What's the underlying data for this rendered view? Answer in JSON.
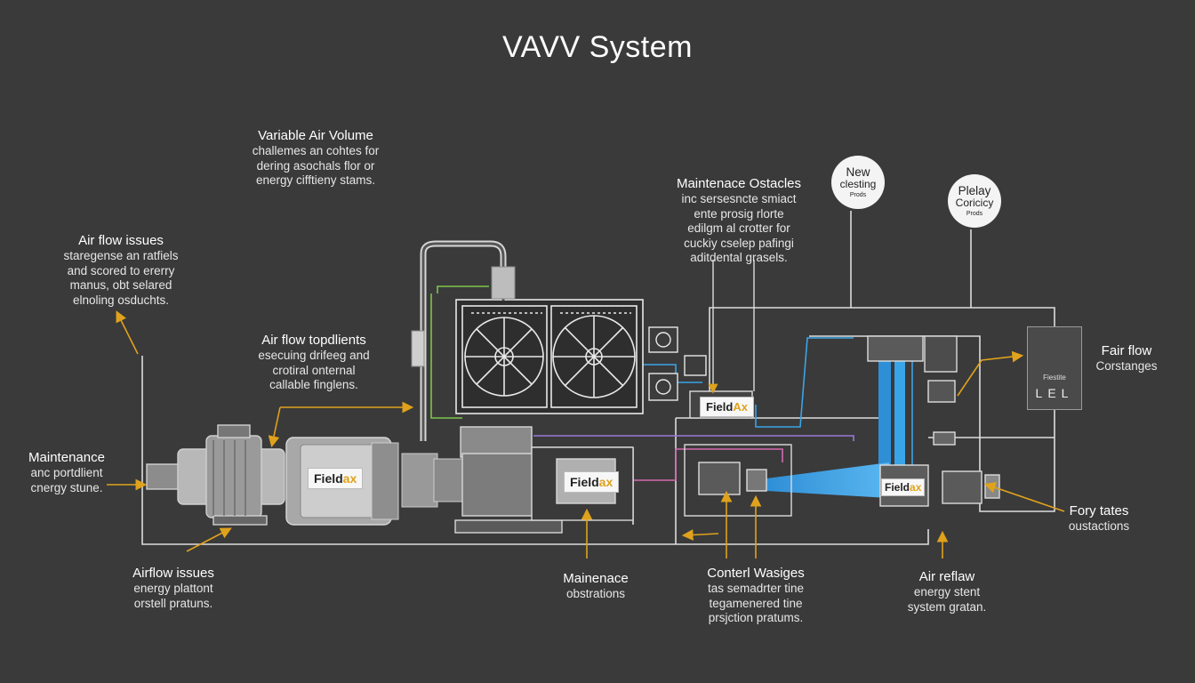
{
  "title": "VAVV System",
  "labels": {
    "vav_intro": {
      "heading": "Variable Air Volume",
      "lines": [
        "challemes an cohtes for",
        "dering asochals flor or",
        "energy cifftieny stams."
      ]
    },
    "airflow_issues_top": {
      "heading": "Air flow issues",
      "lines": [
        "staregense an ratfiels",
        "and scored to ererry",
        "manus, obt selared",
        "elnoling osduchts."
      ]
    },
    "airflow_topdlients": {
      "heading": "Air flow topdlients",
      "lines": [
        "esecuing drifeeg and",
        "crotiral onternal",
        "callable finglens."
      ]
    },
    "maintenance_left": {
      "heading": "Maintenance",
      "lines": [
        "anc portdlient",
        "cnergy stune."
      ]
    },
    "airflow_issues_bottom": {
      "heading": "Airflow issues",
      "lines": [
        "energy plattont",
        "orstell pratuns."
      ]
    },
    "maintenance_bottom": {
      "heading": "Mainenace",
      "lines": [
        "obstrations"
      ]
    },
    "content_wasiges": {
      "heading": "Conterl Wasiges",
      "lines": [
        "tas semadrter tine",
        "tegamenered tine",
        "prsjction pratums."
      ]
    },
    "maintenance_obstacles": {
      "heading": "Maintenace Ostacles",
      "lines": [
        "inc sersesncte smiact",
        "ente prosig rlorte",
        "edilgm al crotter for",
        "cuckiy cselep pafingi",
        "aditdental grasels."
      ]
    },
    "air_reflaw": {
      "heading": "Air reflaw",
      "lines": [
        "energy stent",
        "system gratan."
      ]
    },
    "fair_flow": {
      "heading": "Fair flow",
      "lines": [
        "Corstanges"
      ]
    },
    "fory_tates": {
      "heading": "Fory tates",
      "lines": [
        "oustactions"
      ]
    }
  },
  "bubbles": [
    {
      "line1": "New",
      "line2": "clesting",
      "line3": "Prods"
    },
    {
      "line1": "Plelay",
      "line2": "Coricicy",
      "line3": "Prods"
    }
  ],
  "brand_labels": {
    "main": "Field",
    "accent": "ax",
    "accent_alt": "Ax"
  },
  "warning_box": {
    "small": "Fiestite",
    "code": "LEL"
  },
  "colors": {
    "background": "#3a3a3a",
    "lines": "#dcdcdc",
    "callout": "#e0a21c",
    "flow_blue": "#3aa4e8",
    "green": "#7dc44a",
    "pink": "#d36ab0",
    "purple": "#9a7ad8"
  }
}
